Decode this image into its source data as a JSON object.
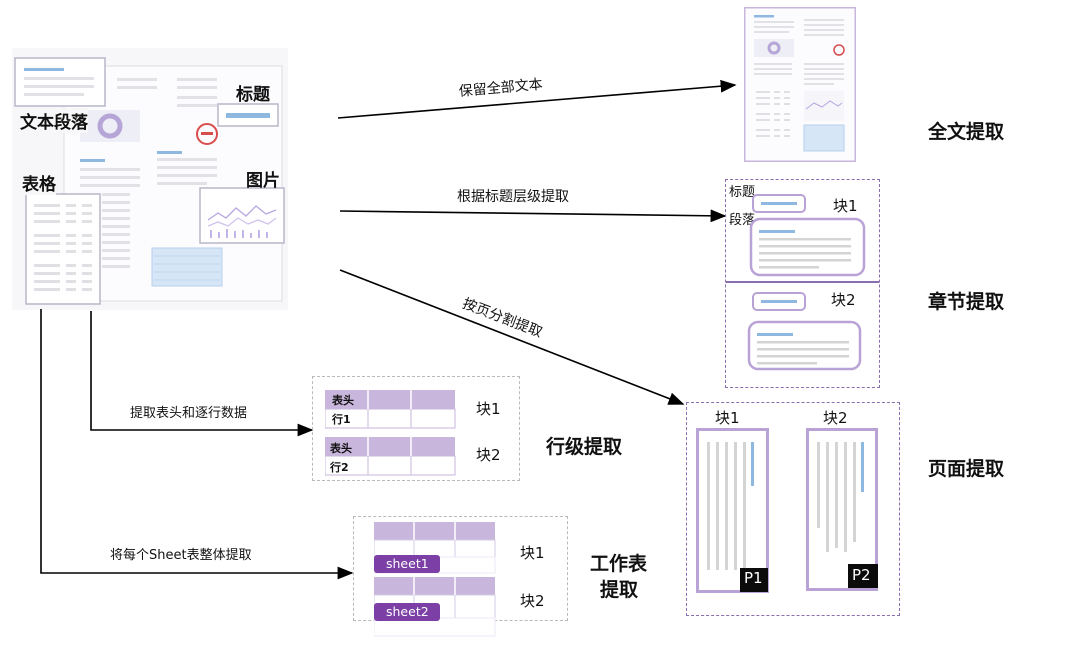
{
  "source_labels": {
    "paragraph": "文本段落",
    "heading": "标题",
    "table": "表格",
    "image": "图片"
  },
  "arrows": {
    "full_text": "保留全部文本",
    "by_heading": "根据标题层级提取",
    "by_page": "按页分割提取",
    "by_row": "提取表头和逐行数据",
    "by_sheet": "将每个Sheet表整体提取"
  },
  "modes": {
    "full": "全文提取",
    "chapter": "章节提取",
    "page": "页面提取",
    "row": "行级提取",
    "sheet_line1": "工作表",
    "sheet_line2": "提取"
  },
  "chapter": {
    "heading_tag": "标题",
    "paragraph_tag": "段落",
    "block1": "块1",
    "block2": "块2"
  },
  "page_mode": {
    "block1": "块1",
    "block2": "块2",
    "p1": "P1",
    "p2": "P2"
  },
  "row_mode": {
    "header1": "表头",
    "row1": "行1",
    "header2": "表头",
    "row2": "行2",
    "block1": "块1",
    "block2": "块2"
  },
  "sheet_mode": {
    "sheet1": "sheet1",
    "sheet2": "sheet2",
    "block1": "块1",
    "block2": "块2"
  },
  "colors": {
    "accent_purple": "#7b3fa6",
    "lavender": "#c9b6dc",
    "light_blue": "#8fb8e0",
    "grey_line": "#d4d4d4"
  }
}
